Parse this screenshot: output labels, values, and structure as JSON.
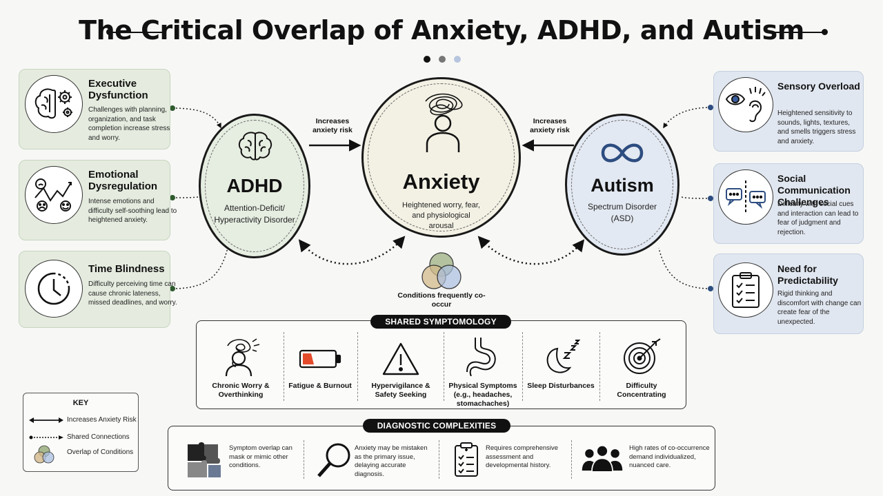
{
  "title": "The Critical Overlap of Anxiety, ADHD, and Autism",
  "colors": {
    "green_card": "#e5ecdf",
    "blue_card": "#e1e7f0",
    "anxiety_fill": "#f3f1e4",
    "adhd_fill": "#e6ede1",
    "autism_fill": "#e3e9f2",
    "accent_red": "#e34b2a"
  },
  "left_cards": [
    {
      "title": "Executive Dysfunction",
      "desc": "Challenges with planning, organization, and task completion increase stress and worry.",
      "icon": "brain-gears-icon"
    },
    {
      "title": "Emotional Dysregulation",
      "desc": "Intense emotions and difficulty self-soothing lead to heightened anxiety.",
      "icon": "mood-swing-icon"
    },
    {
      "title": "Time Blindness",
      "desc": "Difficulty perceiving time can cause chronic lateness, missed deadlines, and worry.",
      "icon": "clock-icon"
    }
  ],
  "right_cards": [
    {
      "title": "Sensory Overload",
      "desc": "Heightened sensitivity to sounds, lights, textures, and smells triggers stress and anxiety.",
      "icon": "eye-ear-icon"
    },
    {
      "title": "Social Communication Challenges",
      "desc": "Difficulty with social cues and interaction can lead to fear of judgment and rejection.",
      "icon": "speech-bubbles-icon"
    },
    {
      "title": "Need for Predictability",
      "desc": "Rigid thinking and discomfort with change can create fear of the unexpected.",
      "icon": "checklist-icon"
    }
  ],
  "adhd": {
    "name": "ADHD",
    "sub": "Attention-Deficit/ Hyperactivity Disorder"
  },
  "anxiety": {
    "name": "Anxiety",
    "sub": "Heightened worry, fear, and physiological arousal"
  },
  "autism": {
    "name": "Autism",
    "sub": "Spectrum Disorder (ASD)"
  },
  "arrow_labels": {
    "left": "Increases anxiety risk",
    "right": "Increases anxiety risk"
  },
  "overlap_caption": "Conditions frequently co-occur",
  "shared": {
    "heading": "SHARED SYMPTOMOLOGY",
    "items": [
      {
        "label": "Chronic Worry & Overthinking",
        "icon": "worried-head-icon"
      },
      {
        "label": "Fatigue & Burnout",
        "icon": "low-battery-icon"
      },
      {
        "label": "Hypervigilance & Safety Seeking",
        "icon": "warning-icon"
      },
      {
        "label": "Physical Symptoms (e.g., headaches, stomachaches)",
        "icon": "stomach-icon"
      },
      {
        "label": "Sleep Disturbances",
        "icon": "moon-icon"
      },
      {
        "label": "Difficulty Concentrating",
        "icon": "target-icon"
      }
    ]
  },
  "diagnostic": {
    "heading": "DIAGNOSTIC COMPLEXITIES",
    "items": [
      {
        "text": "Symptom overlap can mask or mimic other conditions.",
        "icon": "puzzle-icon"
      },
      {
        "text": "Anxiety may be mistaken as the primary issue, delaying accurate diagnosis.",
        "icon": "magnifier-icon"
      },
      {
        "text": "Requires comprehensive assessment and developmental history.",
        "icon": "clipboard-icon"
      },
      {
        "text": "High rates of co-occurrence demand individualized, nuanced care.",
        "icon": "people-icon"
      }
    ]
  },
  "key": {
    "title": "KEY",
    "rows": [
      "Increases Anxiety Risk",
      "Shared Connections",
      "Overlap of Conditions"
    ]
  }
}
